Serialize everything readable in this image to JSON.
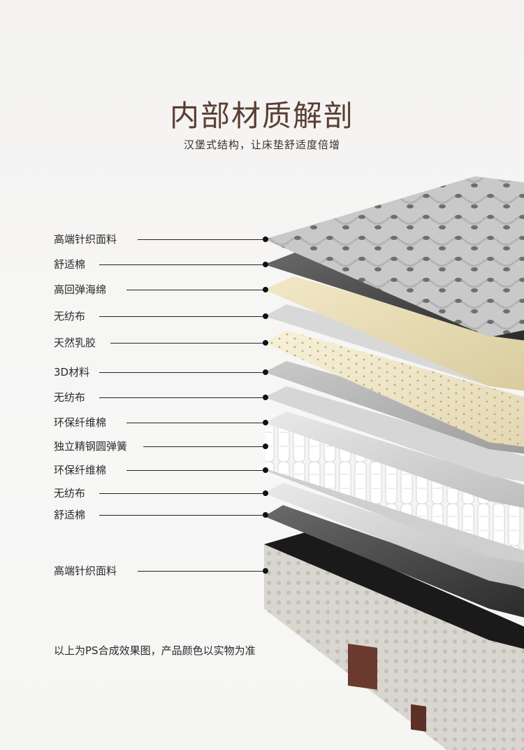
{
  "header": {
    "title": "内部材质解剖",
    "subtitle": "汉堡式结构，让床垫舒适度倍增"
  },
  "layers": [
    {
      "label": "高端针织面料"
    },
    {
      "label": "舒适棉"
    },
    {
      "label": "高回弹海绵"
    },
    {
      "label": "无纺布"
    },
    {
      "label": "天然乳胶"
    },
    {
      "label": "3D材料"
    },
    {
      "label": "无纺布"
    },
    {
      "label": "环保纤维棉"
    },
    {
      "label": "独立精钢圆弹簧"
    },
    {
      "label": "环保纤维棉"
    },
    {
      "label": "无纺布"
    },
    {
      "label": "舒适棉"
    },
    {
      "label": "高端针织面料"
    }
  ],
  "footer": {
    "note": "以上为PS合成效果图，产品颜色以实物为准"
  }
}
